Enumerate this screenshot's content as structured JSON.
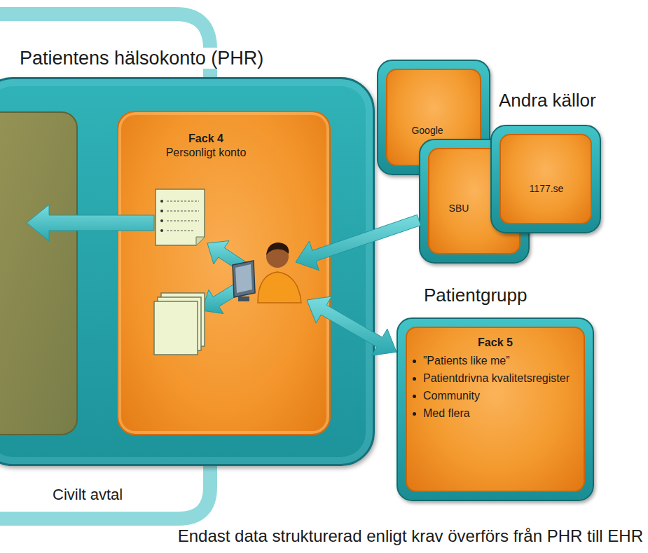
{
  "diagram": {
    "caption": "Endast data strukturerad enligt krav överförs från PHR till EHR",
    "nodes": [
      {
        "text": [
          "Patientens hälsokonto (PHR)"
        ]
      },
      {
        "text": [
          "Fack 4",
          "Personligt konto"
        ],
        "in": 0
      },
      {
        "text": [
          "Google"
        ]
      },
      {
        "text": [
          "SBU"
        ]
      },
      {
        "text": [
          "1177.se"
        ]
      },
      {
        "text": [
          "Patientgrupp",
          "Fack 5",
          "”Patients like me”",
          "Patientdrivna kvalitetsregister",
          "Community",
          "Med flera"
        ]
      }
    ],
    "edges": [
      {
        "from": 3,
        "to": 1,
        "arrow": "to"
      },
      {
        "from": 5,
        "to": 1,
        "arrow": "both"
      }
    ],
    "labels": [
      "Andra källor",
      "Civilt avtal"
    ]
  }
}
